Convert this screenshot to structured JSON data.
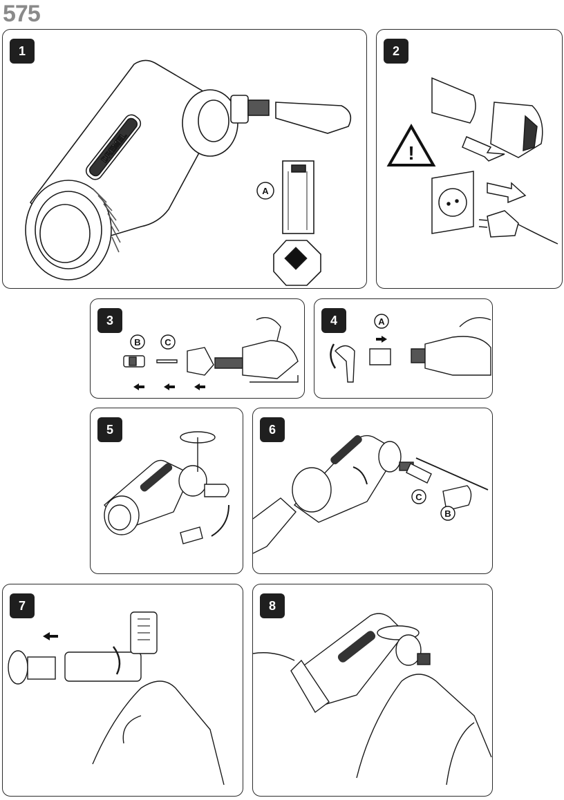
{
  "model_number": "575",
  "brand_text": "DREMEL",
  "panels": [
    {
      "step": "1",
      "callouts": [
        "A"
      ]
    },
    {
      "step": "2",
      "callouts": []
    },
    {
      "step": "3",
      "callouts": [
        "B",
        "C"
      ]
    },
    {
      "step": "4",
      "callouts": [
        "A"
      ]
    },
    {
      "step": "5",
      "callouts": []
    },
    {
      "step": "6",
      "callouts": [
        "C",
        "B"
      ]
    },
    {
      "step": "7",
      "callouts": []
    },
    {
      "step": "8",
      "callouts": []
    }
  ],
  "icons": {
    "warning": "warning-triangle-icon",
    "arrow": "direction-arrow-icon"
  }
}
